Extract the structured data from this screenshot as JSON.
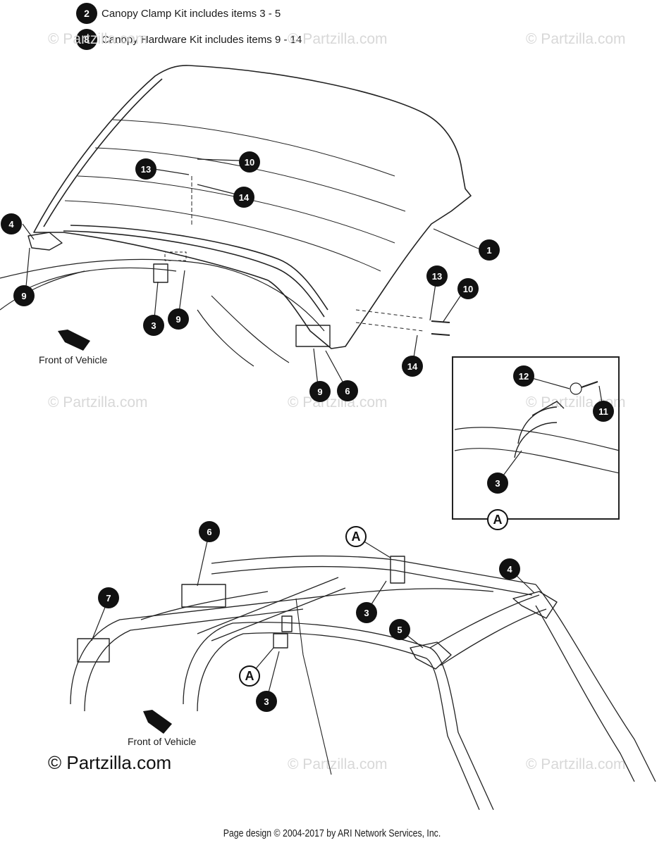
{
  "legend": [
    {
      "num": "2",
      "text": "Canopy Clamp Kit includes items 3 - 5"
    },
    {
      "num": "8",
      "text": "Canopy Hardware Kit includes items 9 - 14"
    }
  ],
  "watermark": "© Partzilla.com",
  "copyright": "© Partzilla.com",
  "footer": "Page design © 2004-2017 by ARI Network Services, Inc.",
  "front_of_vehicle_label": "Front of Vehicle",
  "detail_view_letter": "A",
  "callouts": {
    "top": {
      "c4": "4",
      "c9a": "9",
      "c13a": "13",
      "c10a": "10",
      "c14a": "14",
      "c1": "1",
      "c3": "3",
      "c9b": "9",
      "c13b": "13",
      "c10b": "10",
      "c14b": "14",
      "c9c": "9",
      "c6": "6"
    },
    "detail": {
      "c12": "12",
      "c11": "11",
      "c3": "3"
    },
    "bottom": {
      "c6": "6",
      "c7": "7",
      "c3a": "3",
      "c4": "4",
      "c5": "5",
      "c3b": "3"
    }
  },
  "colors": {
    "callout_fill": "#111111",
    "line": "#222222",
    "watermark": "#d8d8d8"
  }
}
